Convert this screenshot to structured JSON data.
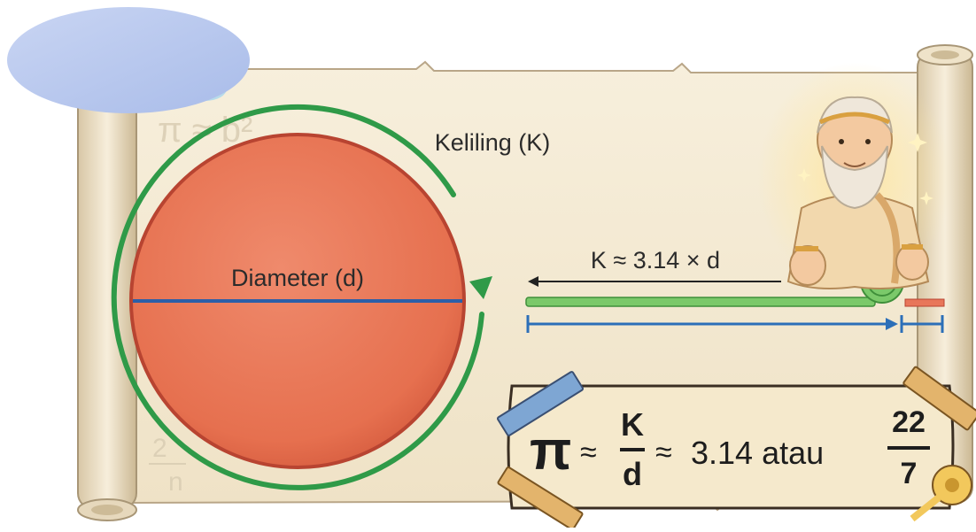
{
  "labels": {
    "circumference": "Keliling (K)",
    "diameter": "Diameter (d)",
    "relation": "K ≈ 3.14 × d"
  },
  "formula": {
    "pi": "π",
    "approx1": "≈",
    "frac1_num": "K",
    "frac1_den": "d",
    "approx2": "≈",
    "value": "3.14 atau",
    "frac2_num": "22",
    "frac2_den": "7"
  },
  "scroll_doodles": {
    "top": "π ≈ b²",
    "bottom_num": "2",
    "bottom_den": "n"
  },
  "colors": {
    "parchment": "#f5ecd8",
    "parchment_edge": "#b9a688",
    "circle_fill": "#e8765a",
    "circle_edge": "#b84431",
    "circumference_arrow": "#2f9a48",
    "diameter_line": "#2c5fa8",
    "green_strip": "#7bc96a",
    "blue_line": "#2c6fb8",
    "orange_strip": "#e8765a",
    "ruler": "#e3b46c",
    "blue_ruler": "#7ea6d3",
    "ellipse": "#b8c9ee"
  },
  "icons": {
    "scroll": "parchment-scroll-icon",
    "character": "ancient-mathematician-illustration",
    "roll": "rolled-tape-icon",
    "rulers": "ruler-icon",
    "tape": "tape-measure-icon"
  }
}
